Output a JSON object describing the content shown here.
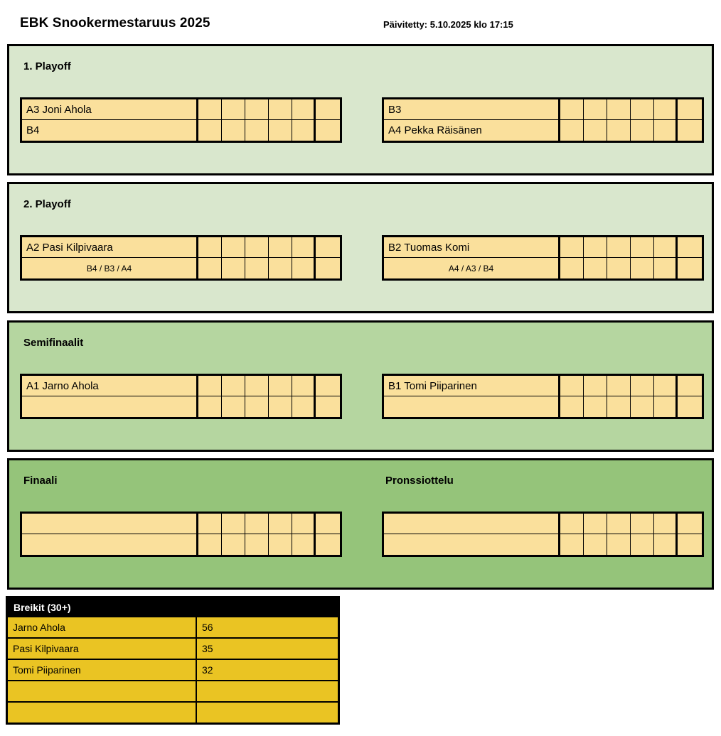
{
  "header": {
    "title": "EBK Snookermestaruus 2025",
    "updated": "Päivitetty: 5.10.2025 klo 17:15"
  },
  "rounds": [
    {
      "id": "playoff-1",
      "title": "1. Playoff",
      "title_right": "",
      "matches": [
        {
          "side": "left",
          "players": [
            {
              "name": "A3 Joni Ahola",
              "placeholder": false,
              "frames": [
                "",
                "",
                "",
                "",
                ""
              ],
              "total": ""
            },
            {
              "name": "B4",
              "placeholder": false,
              "frames": [
                "",
                "",
                "",
                "",
                ""
              ],
              "total": ""
            }
          ]
        },
        {
          "side": "right",
          "players": [
            {
              "name": "B3",
              "placeholder": false,
              "frames": [
                "",
                "",
                "",
                "",
                ""
              ],
              "total": ""
            },
            {
              "name": "A4 Pekka Räisänen",
              "placeholder": false,
              "frames": [
                "",
                "",
                "",
                "",
                ""
              ],
              "total": ""
            }
          ]
        }
      ]
    },
    {
      "id": "playoff-2",
      "title": "2. Playoff",
      "title_right": "",
      "matches": [
        {
          "side": "left",
          "players": [
            {
              "name": "A2 Pasi Kilpivaara",
              "placeholder": false,
              "frames": [
                "",
                "",
                "",
                "",
                ""
              ],
              "total": ""
            },
            {
              "name": "B4 / B3 / A4",
              "placeholder": true,
              "frames": [
                "",
                "",
                "",
                "",
                ""
              ],
              "total": ""
            }
          ]
        },
        {
          "side": "right",
          "players": [
            {
              "name": "B2 Tuomas Komi",
              "placeholder": false,
              "frames": [
                "",
                "",
                "",
                "",
                ""
              ],
              "total": ""
            },
            {
              "name": "A4 / A3 / B4",
              "placeholder": true,
              "frames": [
                "",
                "",
                "",
                "",
                ""
              ],
              "total": ""
            }
          ]
        }
      ]
    },
    {
      "id": "semifinals",
      "title": "Semifinaalit",
      "title_right": "",
      "matches": [
        {
          "side": "left",
          "players": [
            {
              "name": "A1 Jarno Ahola",
              "placeholder": false,
              "frames": [
                "",
                "",
                "",
                "",
                ""
              ],
              "total": ""
            },
            {
              "name": "",
              "placeholder": false,
              "frames": [
                "",
                "",
                "",
                "",
                ""
              ],
              "total": ""
            }
          ]
        },
        {
          "side": "right",
          "players": [
            {
              "name": "B1 Tomi Piiparinen",
              "placeholder": false,
              "frames": [
                "",
                "",
                "",
                "",
                ""
              ],
              "total": ""
            },
            {
              "name": "",
              "placeholder": false,
              "frames": [
                "",
                "",
                "",
                "",
                ""
              ],
              "total": ""
            }
          ]
        }
      ]
    },
    {
      "id": "final",
      "title": "Finaali",
      "title_right": "Pronssiottelu",
      "matches": [
        {
          "side": "left",
          "players": [
            {
              "name": "",
              "placeholder": false,
              "frames": [
                "",
                "",
                "",
                "",
                ""
              ],
              "total": ""
            },
            {
              "name": "",
              "placeholder": false,
              "frames": [
                "",
                "",
                "",
                "",
                ""
              ],
              "total": ""
            }
          ]
        },
        {
          "side": "right",
          "players": [
            {
              "name": "",
              "placeholder": false,
              "frames": [
                "",
                "",
                "",
                "",
                ""
              ],
              "total": ""
            },
            {
              "name": "",
              "placeholder": false,
              "frames": [
                "",
                "",
                "",
                "",
                ""
              ],
              "total": ""
            }
          ]
        }
      ]
    }
  ],
  "breaks": {
    "title": "Breikit (30+)",
    "rows": [
      {
        "player": "Jarno Ahola",
        "score": "56"
      },
      {
        "player": "Pasi Kilpivaara",
        "score": "35"
      },
      {
        "player": "Tomi Piiparinen",
        "score": "32"
      },
      {
        "player": "",
        "score": ""
      },
      {
        "player": "",
        "score": ""
      }
    ]
  },
  "colors": {
    "round_light": "#d9e7cd",
    "round_mid": "#b5d6a0",
    "round_dark": "#95c47a",
    "cell_yellow": "#fae09c",
    "breaks_gold": "#eac423",
    "border": "#000000"
  }
}
